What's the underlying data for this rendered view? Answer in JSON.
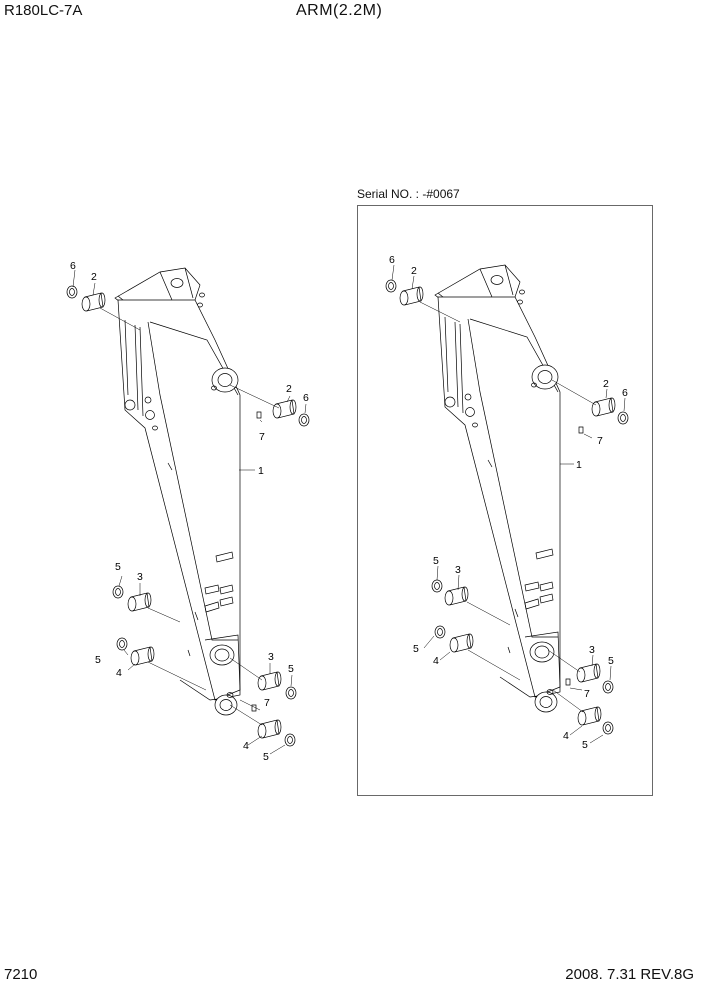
{
  "header": {
    "model": "R180LC-7A",
    "title": "ARM(2.2M)"
  },
  "footer": {
    "page_number": "7210",
    "revision": "2008. 7.31  REV.8G"
  },
  "serial_box": {
    "label": "Serial NO. : -#0067"
  },
  "left_callouts": {
    "c6a": "6",
    "c2a": "2",
    "c2b": "2",
    "c6b": "6",
    "c7a": "7",
    "c1": "1",
    "c5a": "5",
    "c3a": "3",
    "c5b": "5",
    "c4a": "4",
    "c3b": "3",
    "c5c": "5",
    "c7b": "7",
    "c4b": "4",
    "c5d": "5"
  },
  "right_callouts": {
    "c6a": "6",
    "c2a": "2",
    "c2b": "2",
    "c6b": "6",
    "c7a": "7",
    "c1": "1",
    "c5a": "5",
    "c3a": "3",
    "c5b": "5",
    "c4a": "4",
    "c3b": "3",
    "c5c": "5",
    "c7b": "7",
    "c4b": "4",
    "c5d": "5"
  }
}
